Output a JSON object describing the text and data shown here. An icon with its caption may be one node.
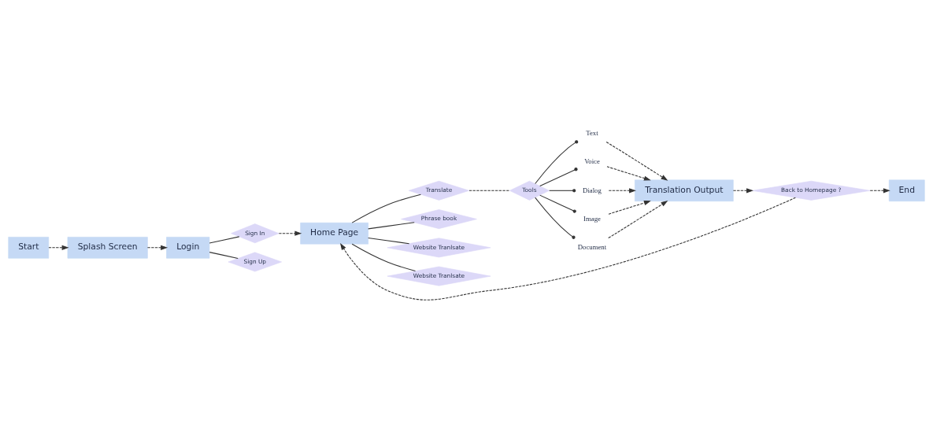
{
  "diagram": {
    "nodes": [
      {
        "text": [
          "Start"
        ]
      },
      {
        "text": [
          "Splash Screen"
        ]
      },
      {
        "text": [
          "Login"
        ]
      },
      {
        "text": [
          "Sign In"
        ]
      },
      {
        "text": [
          "Sign Up"
        ]
      },
      {
        "text": [
          "Home Page"
        ]
      },
      {
        "text": [
          "Translate"
        ]
      },
      {
        "text": [
          "Phrase book"
        ]
      },
      {
        "text": [
          "Website Tranlsate"
        ]
      },
      {
        "text": [
          "Website Tranlsate"
        ]
      },
      {
        "text": [
          "Tools"
        ]
      },
      {
        "text": [
          "Text"
        ]
      },
      {
        "text": [
          "Voice"
        ]
      },
      {
        "text": [
          "Dialog"
        ]
      },
      {
        "text": [
          "Image"
        ]
      },
      {
        "text": [
          "Document"
        ]
      },
      {
        "text": [
          "Translation Output"
        ]
      },
      {
        "text": [
          "Back to Homepage ?"
        ]
      },
      {
        "text": [
          "End"
        ]
      }
    ],
    "edges": [
      {
        "from": 0,
        "to": 1,
        "arrow": "to",
        "style": "dashed"
      },
      {
        "from": 1,
        "to": 2,
        "arrow": "to",
        "style": "dashed"
      },
      {
        "from": 2,
        "to": 3,
        "arrow": "none"
      },
      {
        "from": 2,
        "to": 4,
        "arrow": "none"
      },
      {
        "from": 3,
        "to": 5,
        "arrow": "to",
        "style": "dashed"
      },
      {
        "from": 5,
        "to": 6,
        "arrow": "none"
      },
      {
        "from": 5,
        "to": 7,
        "arrow": "none"
      },
      {
        "from": 5,
        "to": 8,
        "arrow": "none"
      },
      {
        "from": 5,
        "to": 9,
        "arrow": "none"
      },
      {
        "from": 6,
        "to": 10,
        "arrow": "none",
        "style": "dashed"
      },
      {
        "from": 10,
        "to": 11,
        "arrow": "other"
      },
      {
        "from": 10,
        "to": 12,
        "arrow": "other"
      },
      {
        "from": 10,
        "to": 13,
        "arrow": "other"
      },
      {
        "from": 10,
        "to": 14,
        "arrow": "other"
      },
      {
        "from": 10,
        "to": 15,
        "arrow": "other"
      },
      {
        "from": 11,
        "to": 16,
        "arrow": "to",
        "style": "dashed"
      },
      {
        "from": 12,
        "to": 16,
        "arrow": "to",
        "style": "dashed"
      },
      {
        "from": 13,
        "to": 16,
        "arrow": "to",
        "style": "dashed"
      },
      {
        "from": 14,
        "to": 16,
        "arrow": "to",
        "style": "dashed"
      },
      {
        "from": 15,
        "to": 16,
        "arrow": "to",
        "style": "dashed"
      },
      {
        "from": 16,
        "to": 17,
        "arrow": "to",
        "style": "dashed"
      },
      {
        "from": 17,
        "to": 18,
        "arrow": "to",
        "style": "dashed"
      },
      {
        "from": 17,
        "to": 5,
        "arrow": "to",
        "style": "dashed"
      }
    ]
  }
}
